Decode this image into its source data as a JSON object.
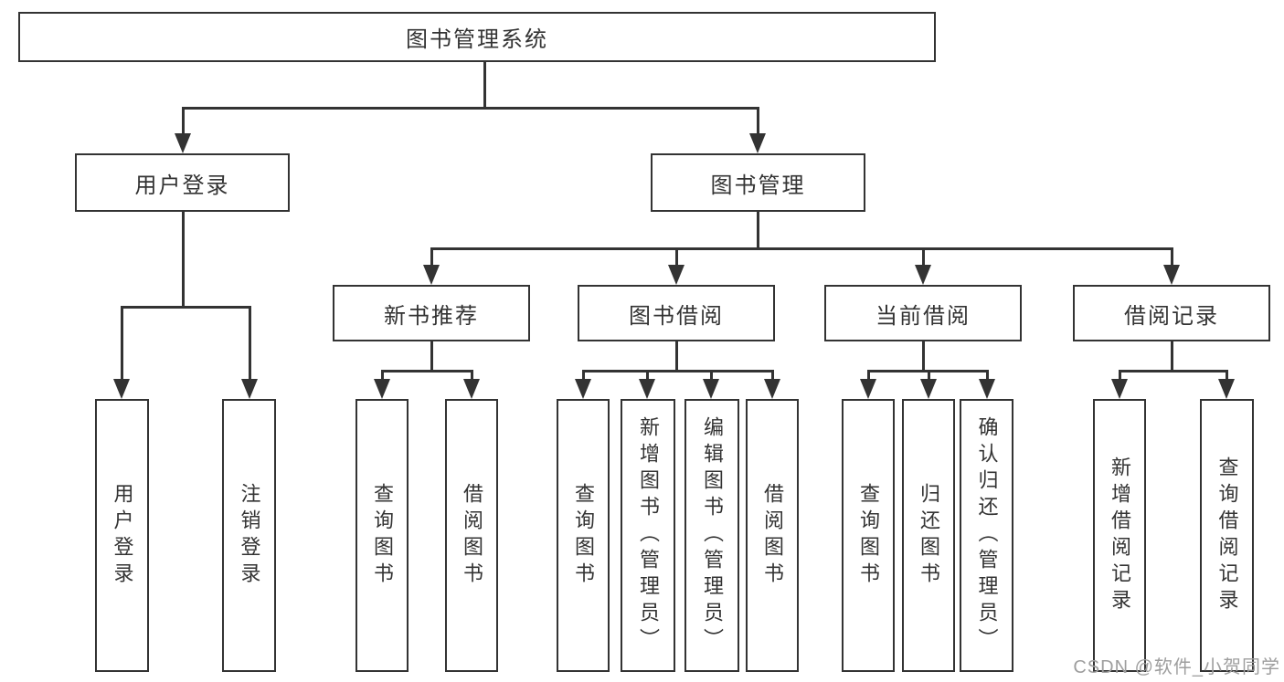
{
  "diagram": {
    "type": "hierarchy-diagram",
    "root": "图书管理系统",
    "level2": [
      "用户登录",
      "图书管理"
    ],
    "level3": [
      "新书推荐",
      "图书借阅",
      "当前借阅",
      "借阅记录"
    ],
    "leaves_user": [
      "用户登录",
      "注销登录"
    ],
    "leaves_newbook": [
      "查询图书",
      "借阅图书"
    ],
    "leaves_borrow": [
      "查询图书",
      "新增图书（管理员）",
      "编辑图书（管理员）",
      "借阅图书"
    ],
    "leaves_current": [
      "查询图书",
      "归还图书",
      "确认归还（管理员）"
    ],
    "leaves_records": [
      "新增借阅记录",
      "查询借阅记录"
    ],
    "colors": {
      "line": "#333333",
      "box_border": "#333333",
      "box_fill": "#ffffff",
      "text": "#333333",
      "background": "#ffffff",
      "watermark": "#9e9e9e"
    }
  },
  "watermark": {
    "text": "CSDN @软件_小贺同学"
  }
}
